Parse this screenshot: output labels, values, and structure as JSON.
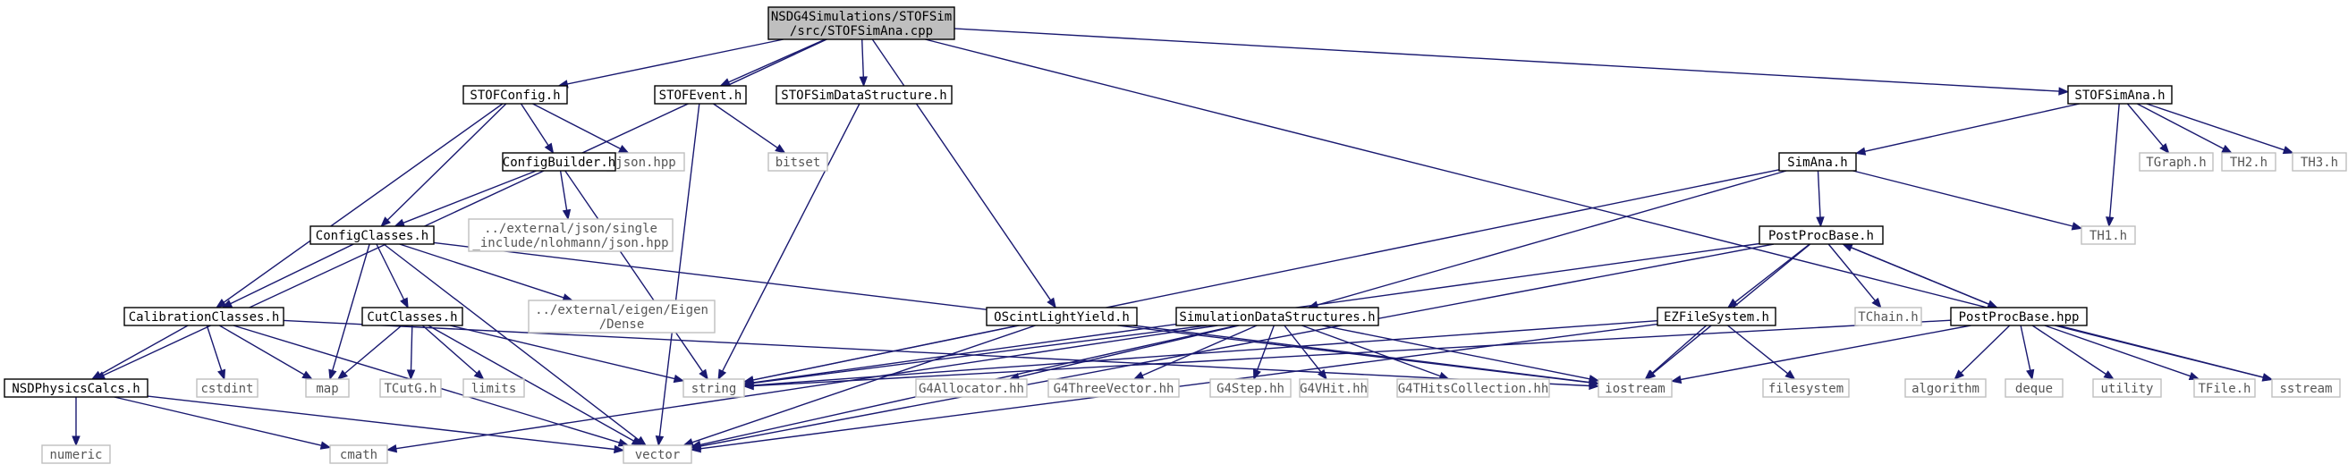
{
  "colors": {
    "edge": "#191970",
    "root_fill": "#bfbfbf",
    "node_border": "#000000",
    "system_border": "#bfbfbf",
    "system_text": "#555555"
  },
  "nodes": [
    {
      "id": "root",
      "kind": "root",
      "lines": [
        "NSDG4Simulations/STOFSim",
        "/src/STOFSimAna.cpp"
      ]
    },
    {
      "id": "stofconfig",
      "kind": "local",
      "lines": [
        "STOFConfig.h"
      ]
    },
    {
      "id": "stofevent",
      "kind": "local",
      "lines": [
        "STOFEvent.h"
      ]
    },
    {
      "id": "stofsimds",
      "kind": "local",
      "lines": [
        "STOFSimDataStructure.h"
      ]
    },
    {
      "id": "stofsimana",
      "kind": "local",
      "lines": [
        "STOFSimAna.h"
      ]
    },
    {
      "id": "jsonhpp",
      "kind": "system",
      "lines": [
        "json.hpp"
      ]
    },
    {
      "id": "bitset",
      "kind": "system",
      "lines": [
        "bitset"
      ]
    },
    {
      "id": "configbuilder",
      "kind": "local",
      "lines": [
        "ConfigBuilder.h"
      ]
    },
    {
      "id": "extjson",
      "kind": "system",
      "lines": [
        "../external/json/single",
        "_include/nlohmann/json.hpp"
      ]
    },
    {
      "id": "configclasses",
      "kind": "local",
      "lines": [
        "ConfigClasses.h"
      ]
    },
    {
      "id": "simana",
      "kind": "local",
      "lines": [
        "SimAna.h"
      ]
    },
    {
      "id": "tgraph",
      "kind": "system",
      "lines": [
        "TGraph.h"
      ]
    },
    {
      "id": "th2",
      "kind": "system",
      "lines": [
        "TH2.h"
      ]
    },
    {
      "id": "th3",
      "kind": "system",
      "lines": [
        "TH3.h"
      ]
    },
    {
      "id": "th1",
      "kind": "system",
      "lines": [
        "TH1.h"
      ]
    },
    {
      "id": "postprocbase",
      "kind": "local",
      "lines": [
        "PostProcBase.h"
      ]
    },
    {
      "id": "exteigen",
      "kind": "system",
      "lines": [
        "../external/eigen/Eigen",
        "/Dense"
      ]
    },
    {
      "id": "calibclasses",
      "kind": "local",
      "lines": [
        "CalibrationClasses.h"
      ]
    },
    {
      "id": "cutclasses",
      "kind": "local",
      "lines": [
        "CutClasses.h"
      ]
    },
    {
      "id": "oscint",
      "kind": "local",
      "lines": [
        "OScintLightYield.h"
      ]
    },
    {
      "id": "simds",
      "kind": "local",
      "lines": [
        "SimulationDataStructures.h"
      ]
    },
    {
      "id": "ezfs",
      "kind": "local",
      "lines": [
        "EZFileSystem.h"
      ]
    },
    {
      "id": "tchain",
      "kind": "system",
      "lines": [
        "TChain.h"
      ]
    },
    {
      "id": "postprochpp",
      "kind": "local",
      "lines": [
        "PostProcBase.hpp"
      ]
    },
    {
      "id": "nsdphys",
      "kind": "local",
      "lines": [
        "NSDPhysicsCalcs.h"
      ]
    },
    {
      "id": "cstdint",
      "kind": "system",
      "lines": [
        "cstdint"
      ]
    },
    {
      "id": "map",
      "kind": "system",
      "lines": [
        "map"
      ]
    },
    {
      "id": "tcutg",
      "kind": "system",
      "lines": [
        "TCutG.h"
      ]
    },
    {
      "id": "limits",
      "kind": "system",
      "lines": [
        "limits"
      ]
    },
    {
      "id": "string",
      "kind": "system",
      "lines": [
        "string"
      ]
    },
    {
      "id": "g4alloc",
      "kind": "system",
      "lines": [
        "G4Allocator.hh"
      ]
    },
    {
      "id": "g4threevec",
      "kind": "system",
      "lines": [
        "G4ThreeVector.hh"
      ]
    },
    {
      "id": "g4step",
      "kind": "system",
      "lines": [
        "G4Step.hh"
      ]
    },
    {
      "id": "g4vhit",
      "kind": "system",
      "lines": [
        "G4VHit.hh"
      ]
    },
    {
      "id": "g4thits",
      "kind": "system",
      "lines": [
        "G4THitsCollection.hh"
      ]
    },
    {
      "id": "iostream",
      "kind": "system",
      "lines": [
        "iostream"
      ]
    },
    {
      "id": "filesystem",
      "kind": "system",
      "lines": [
        "filesystem"
      ]
    },
    {
      "id": "algorithm",
      "kind": "system",
      "lines": [
        "algorithm"
      ]
    },
    {
      "id": "deque",
      "kind": "system",
      "lines": [
        "deque"
      ]
    },
    {
      "id": "utility",
      "kind": "system",
      "lines": [
        "utility"
      ]
    },
    {
      "id": "tfile",
      "kind": "system",
      "lines": [
        "TFile.h"
      ]
    },
    {
      "id": "sstream",
      "kind": "system",
      "lines": [
        "sstream"
      ]
    },
    {
      "id": "numeric",
      "kind": "system",
      "lines": [
        "numeric"
      ]
    },
    {
      "id": "cmath",
      "kind": "system",
      "lines": [
        "cmath"
      ]
    },
    {
      "id": "vector",
      "kind": "system",
      "lines": [
        "vector"
      ]
    }
  ],
  "edges": [
    [
      "root",
      "stofconfig"
    ],
    [
      "root",
      "stofevent"
    ],
    [
      "root",
      "stofsimds"
    ],
    [
      "root",
      "stofsimana"
    ],
    [
      "root",
      "nsdphys"
    ],
    [
      "root",
      "oscint"
    ],
    [
      "root",
      "sstream"
    ],
    [
      "stofconfig",
      "jsonhpp"
    ],
    [
      "stofconfig",
      "configbuilder"
    ],
    [
      "stofconfig",
      "configclasses"
    ],
    [
      "stofconfig",
      "calibclasses"
    ],
    [
      "stofevent",
      "bitset"
    ],
    [
      "stofevent",
      "vector"
    ],
    [
      "stofsimds",
      "string"
    ],
    [
      "configbuilder",
      "extjson"
    ],
    [
      "configbuilder",
      "configclasses"
    ],
    [
      "configbuilder",
      "string"
    ],
    [
      "configclasses",
      "calibclasses"
    ],
    [
      "configclasses",
      "cutclasses"
    ],
    [
      "configclasses",
      "exteigen"
    ],
    [
      "configclasses",
      "map"
    ],
    [
      "configclasses",
      "vector"
    ],
    [
      "configclasses",
      "iostream"
    ],
    [
      "calibclasses",
      "nsdphys"
    ],
    [
      "calibclasses",
      "cstdint"
    ],
    [
      "calibclasses",
      "map"
    ],
    [
      "calibclasses",
      "vector"
    ],
    [
      "calibclasses",
      "iostream"
    ],
    [
      "cutclasses",
      "map"
    ],
    [
      "cutclasses",
      "tcutg"
    ],
    [
      "cutclasses",
      "limits"
    ],
    [
      "cutclasses",
      "string"
    ],
    [
      "cutclasses",
      "vector"
    ],
    [
      "nsdphys",
      "numeric"
    ],
    [
      "nsdphys",
      "cmath"
    ],
    [
      "nsdphys",
      "vector"
    ],
    [
      "oscint",
      "string"
    ],
    [
      "oscint",
      "vector"
    ],
    [
      "oscint",
      "iostream"
    ],
    [
      "stofsimana",
      "simana"
    ],
    [
      "stofsimana",
      "tgraph"
    ],
    [
      "stofsimana",
      "th2"
    ],
    [
      "stofsimana",
      "th3"
    ],
    [
      "stofsimana",
      "th1"
    ],
    [
      "simana",
      "postprocbase"
    ],
    [
      "simana",
      "simds"
    ],
    [
      "simana",
      "th1"
    ],
    [
      "simana",
      "string"
    ],
    [
      "postprocbase",
      "ezfs"
    ],
    [
      "postprocbase",
      "tchain"
    ],
    [
      "postprocbase",
      "postprochpp"
    ],
    [
      "postprocbase",
      "string"
    ],
    [
      "postprocbase",
      "iostream"
    ],
    [
      "postprocbase",
      "vector"
    ],
    [
      "postprochpp",
      "postprocbase"
    ],
    [
      "postprochpp",
      "algorithm"
    ],
    [
      "postprochpp",
      "deque"
    ],
    [
      "postprochpp",
      "utility"
    ],
    [
      "postprochpp",
      "tfile"
    ],
    [
      "postprochpp",
      "sstream"
    ],
    [
      "postprochpp",
      "iostream"
    ],
    [
      "postprochpp",
      "string"
    ],
    [
      "ezfs",
      "filesystem"
    ],
    [
      "ezfs",
      "iostream"
    ],
    [
      "ezfs",
      "string"
    ],
    [
      "ezfs",
      "vector"
    ],
    [
      "simds",
      "g4alloc"
    ],
    [
      "simds",
      "g4threevec"
    ],
    [
      "simds",
      "g4step"
    ],
    [
      "simds",
      "g4vhit"
    ],
    [
      "simds",
      "g4thits"
    ],
    [
      "simds",
      "iostream"
    ],
    [
      "simds",
      "string"
    ],
    [
      "simds",
      "vector"
    ],
    [
      "simds",
      "cmath"
    ]
  ]
}
